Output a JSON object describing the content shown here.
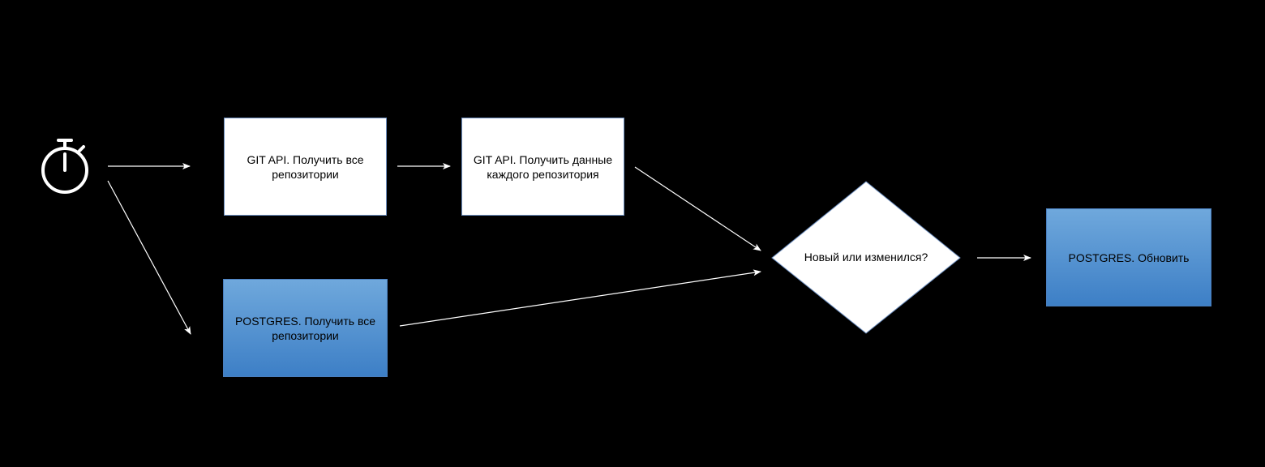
{
  "diagram": {
    "background_color": "#000000",
    "node_border_color": "#6c8ebf",
    "postgres_fill_color": "#5b9bd5",
    "connector_color": "#ffffff",
    "nodes": {
      "timer": {
        "icon": "stopwatch-icon"
      },
      "git_all": {
        "label": "GIT API. Получить все\nрепозитории"
      },
      "git_each": {
        "label": "GIT API. Получить данные\nкаждого репозитория"
      },
      "pg_all": {
        "label": "POSTGRES. Получить все\nрепозитории"
      },
      "decision": {
        "label": "Новый или изменился?"
      },
      "pg_update": {
        "label": "POSTGRES. Обновить"
      }
    }
  }
}
